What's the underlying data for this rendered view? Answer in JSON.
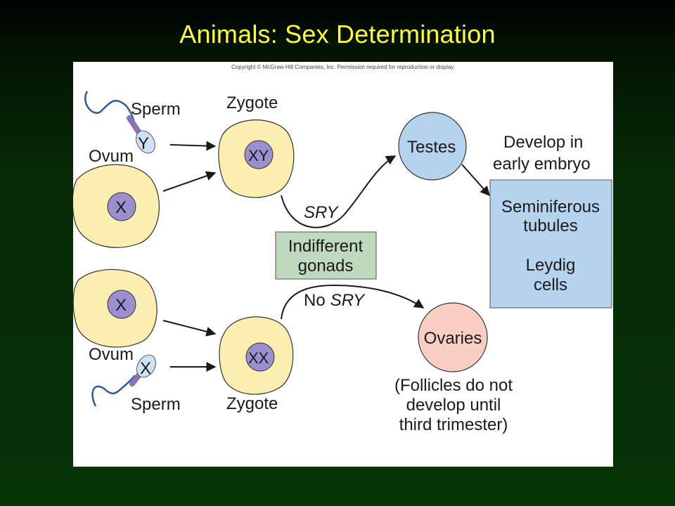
{
  "slide": {
    "title": "Animals: Sex Determination"
  },
  "figure": {
    "copyright": "Copyright © McGraw-Hill Companies, Inc. Permission required for reproduction or display.",
    "male_path": {
      "sperm_label": "Sperm",
      "sperm_chromosome": "Y",
      "ovum_label": "Ovum",
      "ovum_chromosome": "X",
      "zygote_label": "Zygote",
      "zygote_genotype": "XY",
      "gene_label": "SRY"
    },
    "female_path": {
      "ovum_chromosome": "X",
      "ovum_label": "Ovum",
      "sperm_chromosome": "X",
      "sperm_label": "Sperm",
      "zygote_label": "Zygote",
      "zygote_genotype": "XX",
      "gene_prefix": "No",
      "gene_label": "SRY"
    },
    "indifferent_gonads": {
      "line1": "Indifferent",
      "line2": "gonads"
    },
    "testes": {
      "label": "Testes",
      "note_line1": "Develop in",
      "note_line2": "early embryo",
      "box_line1": "Seminiferous",
      "box_line2": "tubules",
      "box_line3": "Leydig",
      "box_line4": "cells"
    },
    "ovaries": {
      "label": "Ovaries",
      "note_line1": "(Follicles do not",
      "note_line2": "develop until",
      "note_line3": "third trimester)"
    },
    "colors": {
      "title": "#ffff33",
      "cell_fill": "#fbeeb0",
      "nucleus_fill": "#9b8fd0",
      "testes_fill": "#b6d3ee",
      "ovaries_fill": "#f9cfc3",
      "gonads_box_fill": "#bfd9bf",
      "testes_box_fill": "#b6d3ee"
    }
  }
}
